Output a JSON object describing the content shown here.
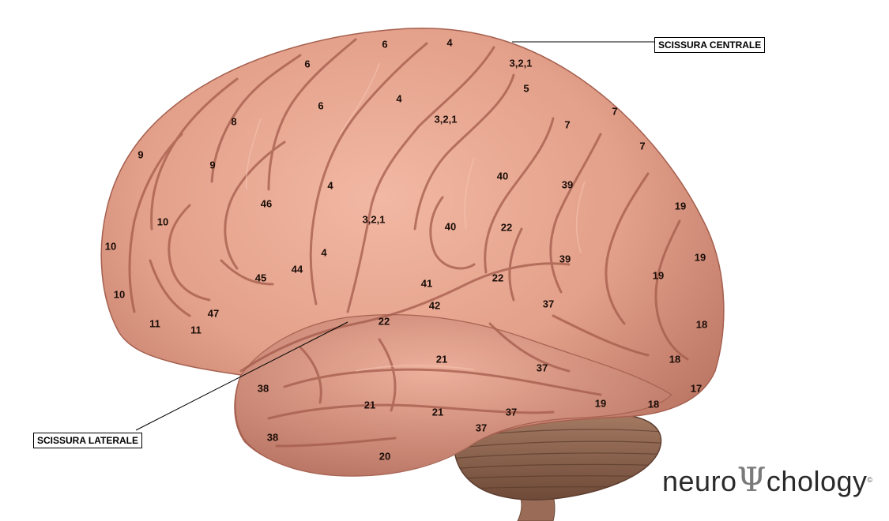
{
  "callouts": {
    "central": "SCISSURA CENTRALE",
    "lateral": "SCISSURA LATERALE"
  },
  "logo": {
    "part1": "neuro",
    "psi": "Ψ",
    "part2": "chology",
    "reg": "©"
  },
  "areas": [
    {
      "id": "a01",
      "text": "6"
    },
    {
      "id": "a02",
      "text": "4"
    },
    {
      "id": "a03",
      "text": "3,2,1"
    },
    {
      "id": "a04",
      "text": "6"
    },
    {
      "id": "a05",
      "text": "5"
    },
    {
      "id": "a06",
      "text": "4"
    },
    {
      "id": "a07",
      "text": "6"
    },
    {
      "id": "a08",
      "text": "3,2,1"
    },
    {
      "id": "a09",
      "text": "7"
    },
    {
      "id": "a10",
      "text": "7"
    },
    {
      "id": "a11",
      "text": "8"
    },
    {
      "id": "a12",
      "text": "7"
    },
    {
      "id": "a13",
      "text": "9"
    },
    {
      "id": "a14",
      "text": "9"
    },
    {
      "id": "a15",
      "text": "40"
    },
    {
      "id": "a16",
      "text": "4"
    },
    {
      "id": "a17",
      "text": "39"
    },
    {
      "id": "a18",
      "text": "46"
    },
    {
      "id": "a19",
      "text": "19"
    },
    {
      "id": "a20",
      "text": "3,2,1"
    },
    {
      "id": "a21",
      "text": "10"
    },
    {
      "id": "a22",
      "text": "40"
    },
    {
      "id": "a23",
      "text": "22"
    },
    {
      "id": "a24",
      "text": "10"
    },
    {
      "id": "a25",
      "text": "4"
    },
    {
      "id": "a26",
      "text": "19"
    },
    {
      "id": "a27",
      "text": "39"
    },
    {
      "id": "a28",
      "text": "44"
    },
    {
      "id": "a29",
      "text": "45"
    },
    {
      "id": "a30",
      "text": "19"
    },
    {
      "id": "a31",
      "text": "22"
    },
    {
      "id": "a32",
      "text": "41"
    },
    {
      "id": "a33",
      "text": "10"
    },
    {
      "id": "a34",
      "text": "37"
    },
    {
      "id": "a35",
      "text": "42"
    },
    {
      "id": "a36",
      "text": "47"
    },
    {
      "id": "a37",
      "text": "22"
    },
    {
      "id": "a38",
      "text": "11"
    },
    {
      "id": "a39",
      "text": "18"
    },
    {
      "id": "a40",
      "text": "11"
    },
    {
      "id": "a41",
      "text": "21"
    },
    {
      "id": "a42",
      "text": "18"
    },
    {
      "id": "a43",
      "text": "37"
    },
    {
      "id": "a44",
      "text": "17"
    },
    {
      "id": "a45",
      "text": "38"
    },
    {
      "id": "a46",
      "text": "19"
    },
    {
      "id": "a47",
      "text": "21"
    },
    {
      "id": "a48",
      "text": "18"
    },
    {
      "id": "a49",
      "text": "21"
    },
    {
      "id": "a50",
      "text": "37"
    },
    {
      "id": "a51",
      "text": "37"
    },
    {
      "id": "a52",
      "text": "38"
    },
    {
      "id": "a53",
      "text": "20"
    }
  ]
}
